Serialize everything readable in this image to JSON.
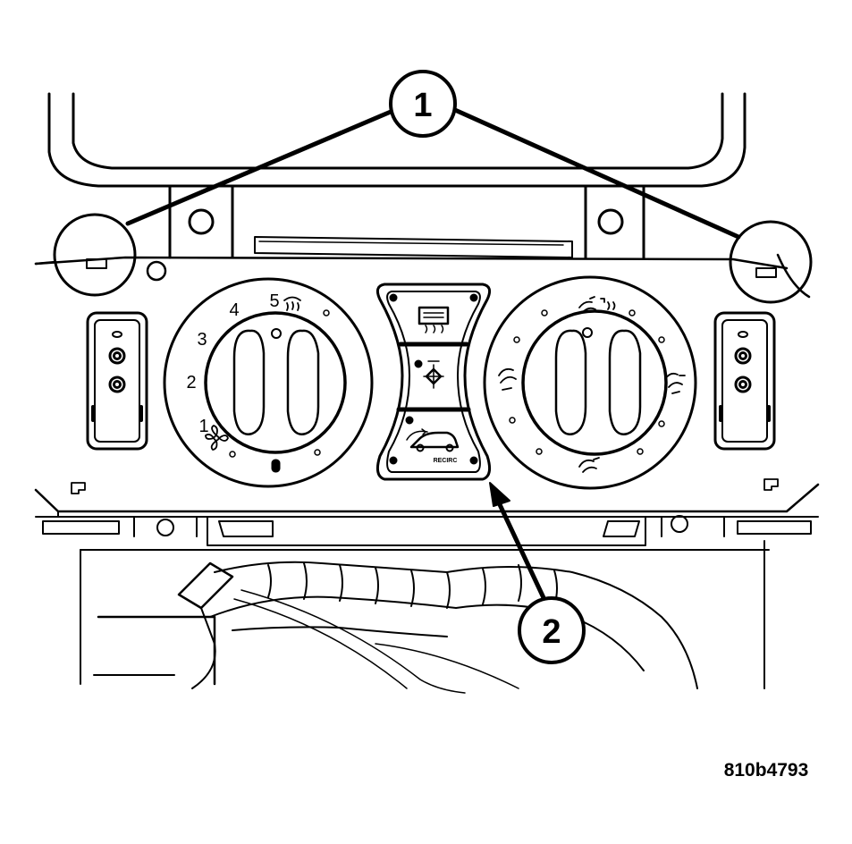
{
  "callouts": [
    {
      "number": "1"
    },
    {
      "number": "2"
    }
  ],
  "fan_scale": [
    "1",
    "2",
    "3",
    "4",
    "5"
  ],
  "panel_button_labels": {
    "recirc": "RECIRC"
  },
  "figure_code": "810b4793",
  "icons": [
    "fan-icon",
    "defrost-icon",
    "rear-defrost-icon",
    "ac-snowflake-icon",
    "recirc-car-icon",
    "panel-vent-icon",
    "floor-vent-icon",
    "mix-mode-icon"
  ],
  "colors": {
    "ink": "#000000",
    "paper": "#ffffff"
  }
}
